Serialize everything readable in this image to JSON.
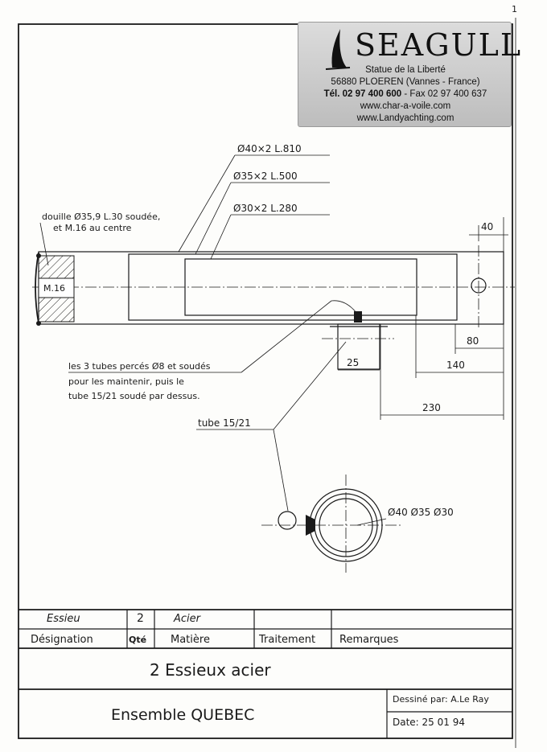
{
  "page_number": "1",
  "logo": {
    "brand": "SEAGULL",
    "line1": "Statue de la Liberté",
    "line2": "56880 PLOEREN (Vannes - France)",
    "line3_bold": "Tél. 02 97 400 600",
    "line3_rest": " - Fax 02 97 400 637",
    "line4": "www.char-a-voile.com",
    "line5": "www.Landyachting.com"
  },
  "callouts": {
    "tube1": "Ø40×2 L.810",
    "tube2": "Ø35×2 L.500",
    "tube3": "Ø30×2 L.280",
    "douille_l1": "douille Ø35,9 L.30 soudée,",
    "douille_l2": "et M.16 au centre",
    "m16": "M.16",
    "note_l1": "les 3 tubes percés Ø8 et soudés",
    "note_l2": "pour les maintenir, puis le",
    "note_l3": "tube 15/21 soudé par dessus.",
    "tube_1521": "tube 15/21",
    "section_dims": "Ø40 Ø35 Ø30"
  },
  "dimensions": {
    "d40": "40",
    "d80": "80",
    "d25": "25",
    "d140": "140",
    "d230": "230"
  },
  "title_block": {
    "part_name": "Essieu",
    "qty": "2",
    "material": "Acier",
    "h_designation": "Désignation",
    "h_qty": "Qté",
    "h_material": "Matière",
    "h_treatment": "Traitement",
    "h_remarks": "Remarques",
    "title": "2 Essieux acier",
    "assembly": "Ensemble  QUEBEC",
    "drawn_by": "Dessiné par: A.Le Ray",
    "date": "Date:   25 01 94"
  }
}
